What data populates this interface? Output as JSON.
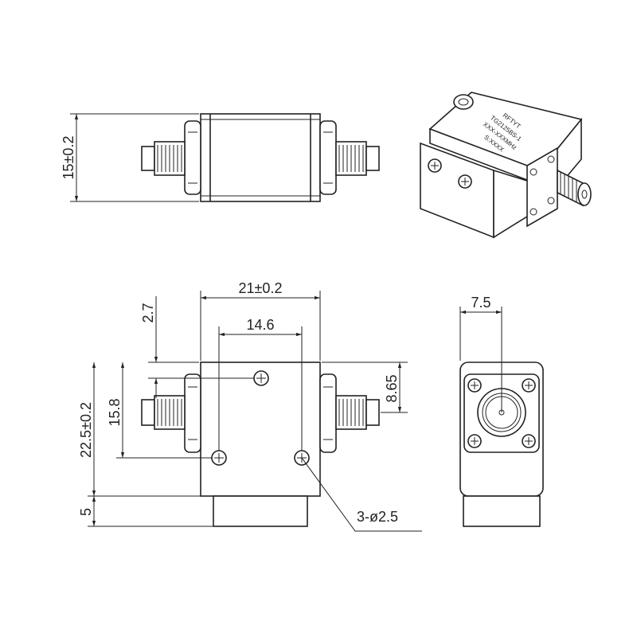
{
  "dimensions": {
    "height_top": "15±0.2",
    "width_front": "21±0.2",
    "hole_offset_top": "2.7",
    "hole_spacing_x": "14.6",
    "hole_spacing_y": "15.8",
    "height_front": "22.5±0.2",
    "connector_height": "8.65",
    "base_height": "5",
    "holes_note": "3-ø2.5",
    "side_connector_offset": "7.5"
  },
  "label": {
    "brand": "RFTYT",
    "model": "TG2125BS-1",
    "freq": "XXX-XXXMHz",
    "serial": "S:XXXX"
  },
  "colors": {
    "line": "#222222",
    "background": "#ffffff"
  }
}
